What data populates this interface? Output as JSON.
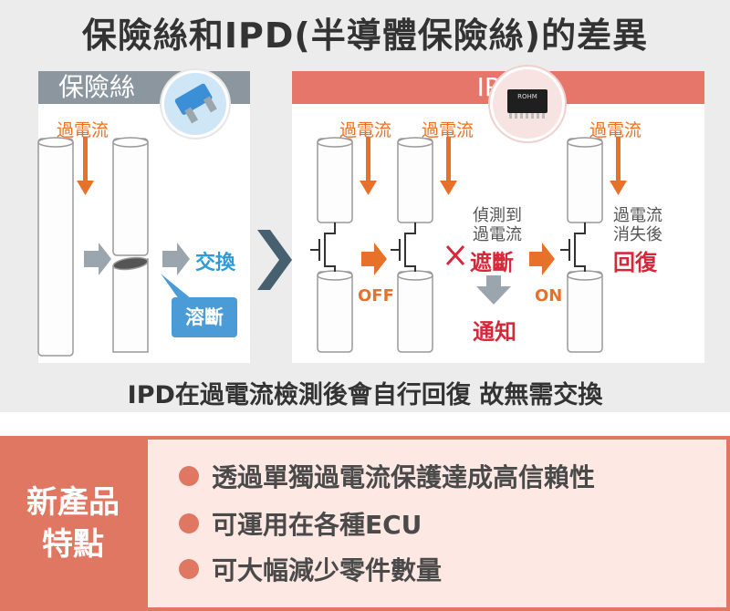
{
  "title": "保險絲和IPD(半導體保險絲)的差異",
  "left_panel": {
    "header": "保險絲",
    "overcurrent": "過電流",
    "swap": "交換",
    "melt": "溶斷"
  },
  "right_panel": {
    "header": "IPD",
    "overcurrent_1": "過電流",
    "overcurrent_2": "過電流",
    "overcurrent_3": "過電流",
    "detect": "偵測到過電流",
    "cutoff": "遮斷",
    "off": "OFF",
    "on": "ON",
    "notify": "通知",
    "recover_note": "過電流消失後",
    "recover": "回復",
    "chip_label": "ROHM"
  },
  "caption": "IPD在過電流檢測後會自行回復 故無需交換",
  "features": {
    "heading_line1": "新產品",
    "heading_line2": "特點",
    "items": [
      "透過單獨過電流保護達成高信賴性",
      "可運用在各種ECU",
      "可大幅減少零件數量"
    ]
  },
  "colors": {
    "accent_orange": "#e8712a",
    "header_gray": "#8c969f",
    "header_red": "#e7766a",
    "alert_red": "#d6283a",
    "fuse_blue": "#4a9bd6",
    "feature_bg": "#e07762"
  }
}
